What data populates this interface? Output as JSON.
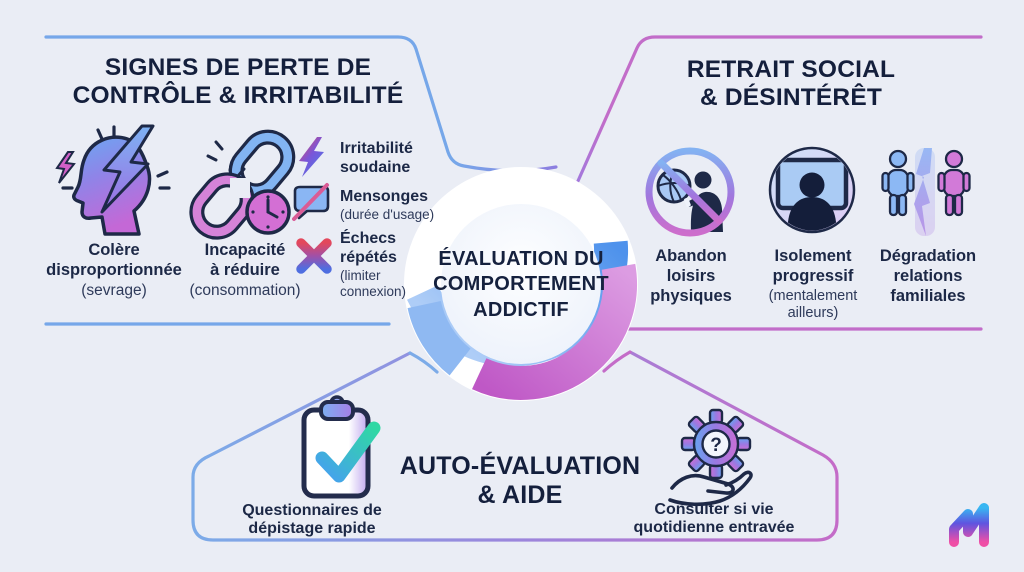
{
  "left": {
    "title": "SIGNES DE PERTE DE\nCONTRÔLE & IRRITABILITÉ",
    "items": [
      {
        "icon": "head-lightning-icon",
        "label": "Colère\ndisproportionnée",
        "note": "(sevrage)"
      },
      {
        "icon": "broken-chain-clock-icon",
        "label": "Incapacité\nà réduire",
        "note": "(consommation)"
      }
    ],
    "minis": [
      {
        "icon": "lightning-icon",
        "label": "Irritabilité\nsoudaine",
        "note": ""
      },
      {
        "icon": "chat-slash-icon",
        "label": "Mensonges",
        "note": "(durée d'usage)"
      },
      {
        "icon": "x-mark-icon",
        "label": "Échecs\nrépétés",
        "note": "(limiter\nconnexion)"
      }
    ]
  },
  "right": {
    "title": "RETRAIT SOCIAL\n& DÉSINTÉRÊT",
    "items": [
      {
        "icon": "no-basketball-icon",
        "label": "Abandon\nloisirs\nphysiques",
        "note": ""
      },
      {
        "icon": "screen-person-icon",
        "label": "Isolement\nprogressif",
        "note": "(mentalement\nailleurs)"
      },
      {
        "icon": "family-crack-icon",
        "label": "Dégradation\nrelations\nfamiliales",
        "note": ""
      }
    ]
  },
  "bottom": {
    "title": "AUTO-ÉVALUATION\n& AIDE",
    "gear_symbol": "?",
    "items": [
      {
        "icon": "clipboard-check-icon",
        "label": "Questionnaires de\ndépistage rapide"
      },
      {
        "icon": "gear-question-hand-icon",
        "label": "Consulter si vie\nquotidienne entravée"
      }
    ]
  },
  "center": {
    "title": "ÉVALUATION DU\nCOMPORTEMENT\nADDICTIF"
  },
  "brand": {
    "logo": "m-gradient-logo"
  },
  "colors": {
    "background": "#eaedf5",
    "navy_text": "#141f3c",
    "blue_line": "#76a7e9",
    "pink_line": "#c26dc9",
    "icon_blue": "#82b4f2",
    "icon_pink": "#d36fd4",
    "icon_purple": "#9a79e2",
    "check_green": "#30d8a4",
    "alert_red": "#e3485c"
  }
}
